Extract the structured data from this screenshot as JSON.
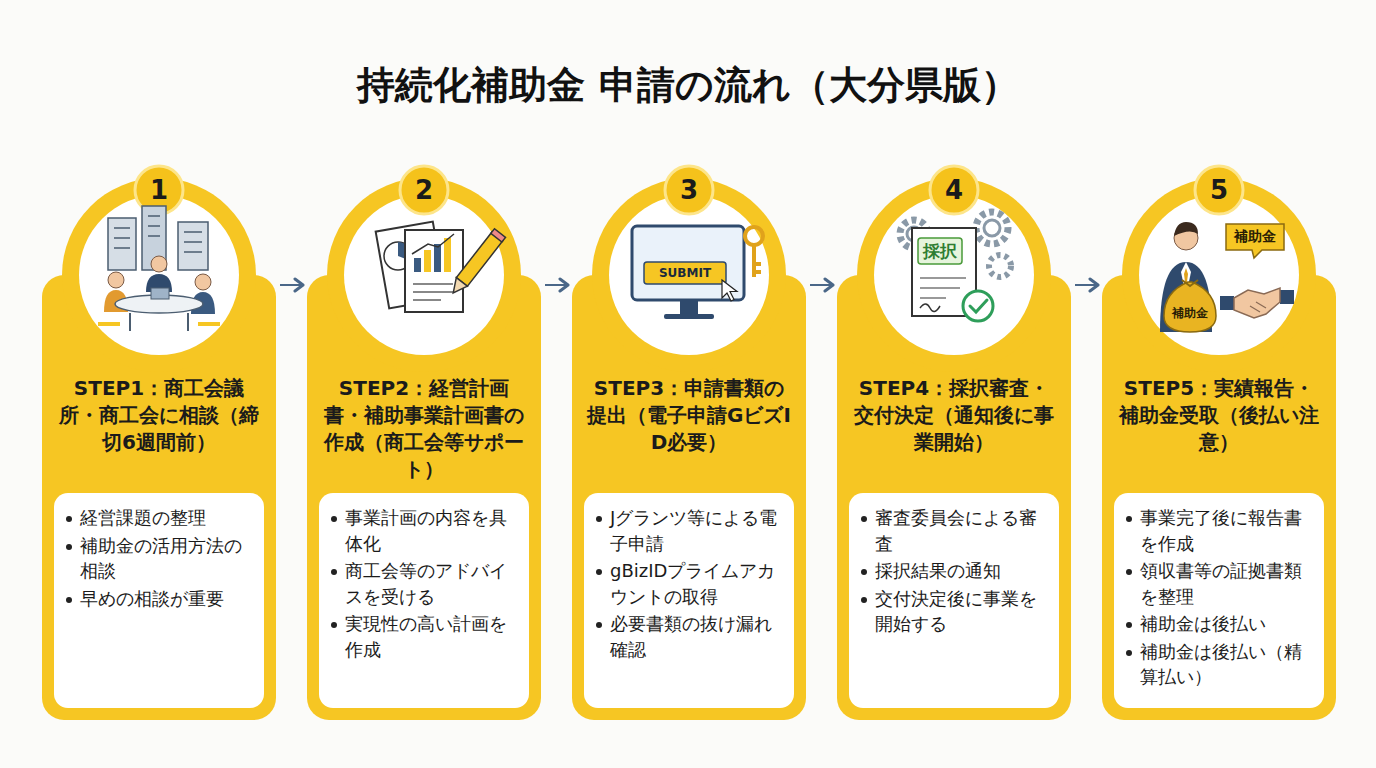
{
  "diagram": {
    "title": "持続化補助金 申請の流れ（大分県版）",
    "nodes": [
      {
        "text": [
          "1",
          "STEP1：商工会議所・商工会に相談（締切6週間前）"
        ]
      },
      {
        "text": [
          "経営課題の整理",
          "補助金の活用方法の相談",
          "早めの相談が重要"
        ],
        "in": 0
      },
      {
        "text": [
          "2",
          "STEP2：経営計画書・補助事業計画書の作成（商工会等サポート）"
        ]
      },
      {
        "text": [
          "事業計画の内容を具体化",
          "商工会等のアドバイスを受ける",
          "実現性の高い計画を作成"
        ],
        "in": 2
      },
      {
        "text": [
          "3",
          "STEP3：申請書類の提出（電子申請GビズID必要）"
        ]
      },
      {
        "text": [
          "Jグランツ等による電子申請",
          "gBizIDプライムアカウントの取得",
          "必要書類の抜け漏れ確認"
        ],
        "in": 4
      },
      {
        "text": [
          "4",
          "STEP4：採択審査・交付決定（通知後に事業開始）"
        ]
      },
      {
        "text": [
          "審査委員会による審査",
          "採択結果の通知",
          "交付決定後に事業を開始する"
        ],
        "in": 6
      },
      {
        "text": [
          "5",
          "STEP5：実績報告・補助金受取（後払い注意）"
        ]
      },
      {
        "text": [
          "事業完了後に報告書を作成",
          "領収書等の証拠書類を整理",
          "補助金は後払い",
          "補助金は後払い（精算払い）"
        ],
        "in": 8
      }
    ],
    "edges": [
      {
        "from": 0,
        "to": 2,
        "arrow": "to"
      },
      {
        "from": 2,
        "to": 4,
        "arrow": "to"
      },
      {
        "from": 4,
        "to": 6,
        "arrow": "to"
      },
      {
        "from": 6,
        "to": 8,
        "arrow": "to"
      }
    ],
    "labels": [
      "SUBMIT",
      "採択",
      "補助金",
      "補助金"
    ]
  }
}
